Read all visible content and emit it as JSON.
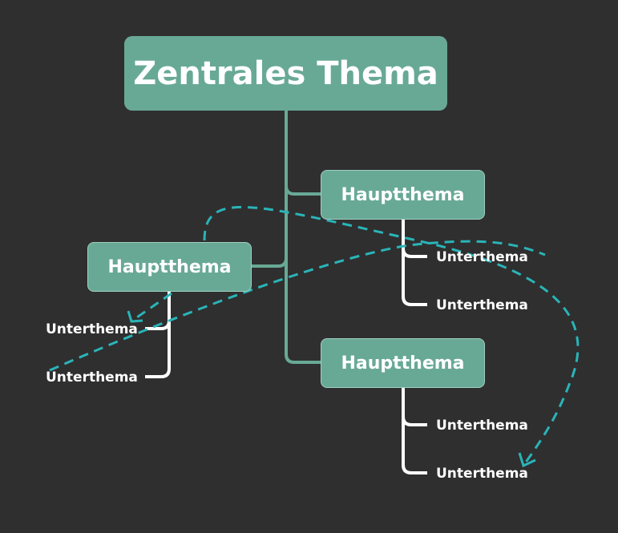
{
  "central_topic": {
    "label": "Zentrales Thema"
  },
  "main_topics": [
    {
      "label": "Hauptthema",
      "subtopics": [
        "Unterthema",
        "Unterthema"
      ]
    },
    {
      "label": "Hauptthema",
      "subtopics": [
        "Unterthema",
        "Unterthema"
      ]
    },
    {
      "label": "Hauptthema",
      "subtopics": [
        "Unterthema",
        "Unterthema"
      ]
    }
  ],
  "colors": {
    "background": "#2f2f2f",
    "node_fill": "#68a995",
    "trunk_line": "#68a995",
    "subtopic_line": "#ffffff",
    "relationship_line": "#2ab4b8",
    "text": "#ffffff"
  }
}
